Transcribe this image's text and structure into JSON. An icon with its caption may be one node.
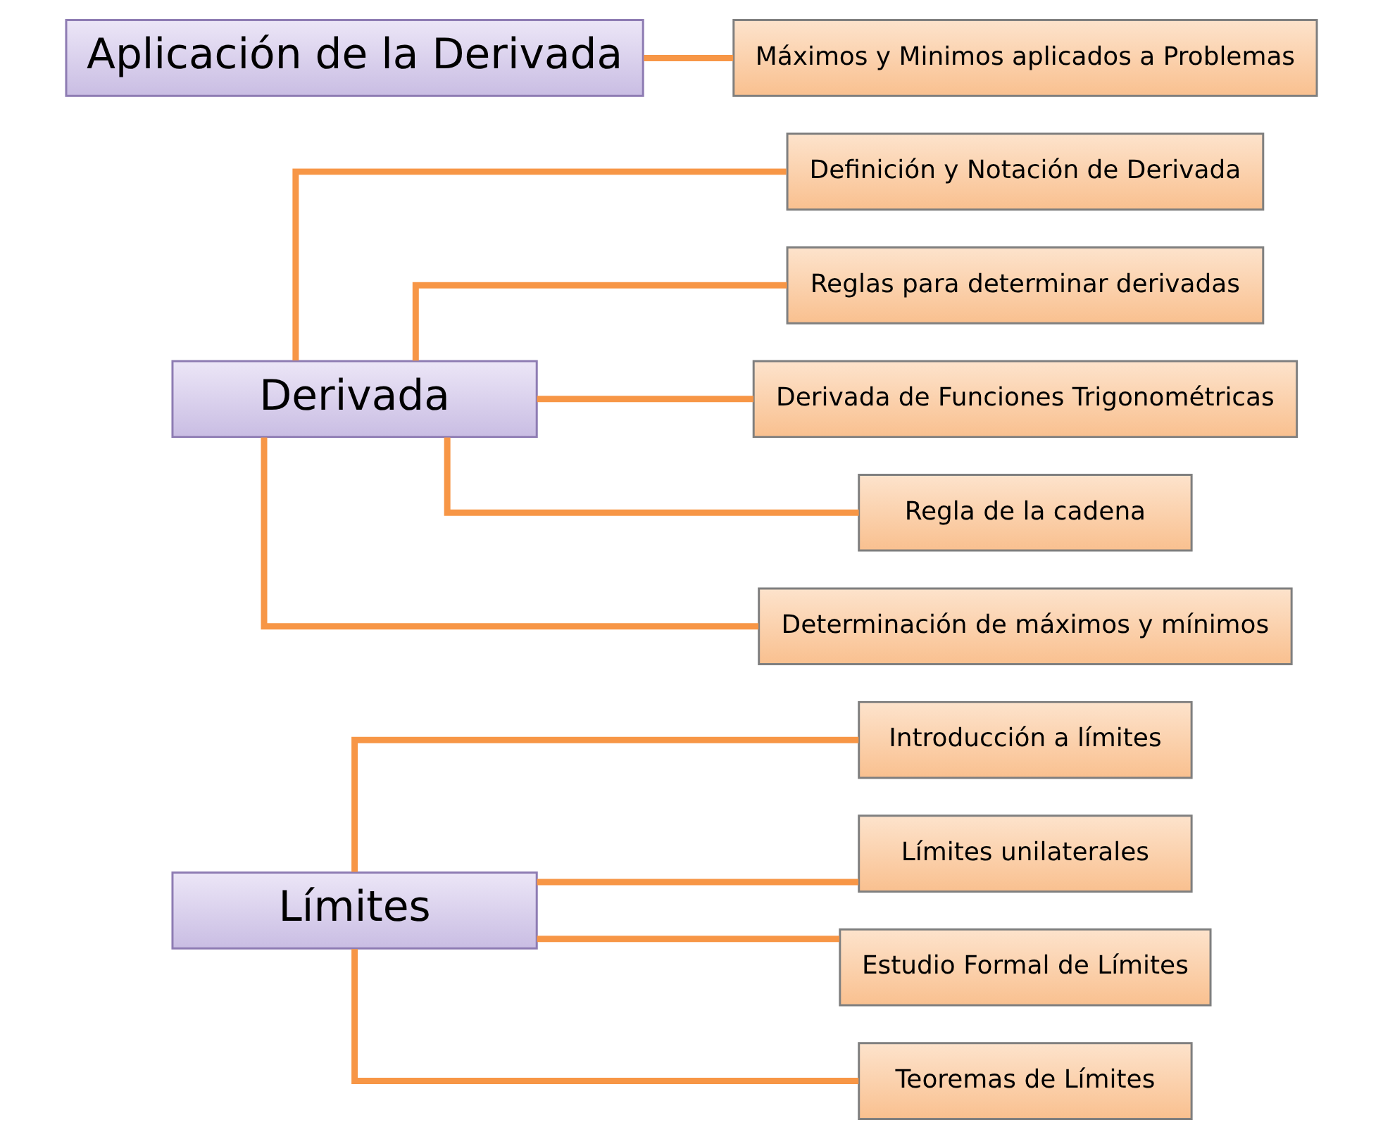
{
  "diagram": {
    "nodes": [
      {
        "text": [
          "Límites"
        ]
      },
      {
        "text": [
          "Introducción a límites"
        ]
      },
      {
        "text": [
          "Límites unilaterales"
        ]
      },
      {
        "text": [
          "Estudio Formal de Límites"
        ]
      },
      {
        "text": [
          "Teoremas de Límites"
        ]
      },
      {
        "text": [
          "Derivada"
        ]
      },
      {
        "text": [
          "Definición y Notación de Derivada"
        ]
      },
      {
        "text": [
          "Reglas para determinar derivadas"
        ]
      },
      {
        "text": [
          "Derivada de Funciones Trigonométricas"
        ]
      },
      {
        "text": [
          "Regla de la cadena"
        ]
      },
      {
        "text": [
          "Determinación de máximos y mínimos"
        ]
      },
      {
        "text": [
          "Aplicación de la Derivada"
        ]
      },
      {
        "text": [
          "Máximos y Minimos aplicados a Problemas"
        ]
      }
    ],
    "edges": [
      {
        "from": 0,
        "to": 1,
        "arrow": "none"
      },
      {
        "from": 0,
        "to": 2,
        "arrow": "none"
      },
      {
        "from": 0,
        "to": 3,
        "arrow": "none"
      },
      {
        "from": 0,
        "to": 4,
        "arrow": "none"
      },
      {
        "from": 5,
        "to": 6,
        "arrow": "none"
      },
      {
        "from": 5,
        "to": 7,
        "arrow": "none"
      },
      {
        "from": 5,
        "to": 8,
        "arrow": "none"
      },
      {
        "from": 5,
        "to": 9,
        "arrow": "none"
      },
      {
        "from": 5,
        "to": 10,
        "arrow": "none"
      },
      {
        "from": 11,
        "to": 12,
        "arrow": "none"
      }
    ]
  }
}
